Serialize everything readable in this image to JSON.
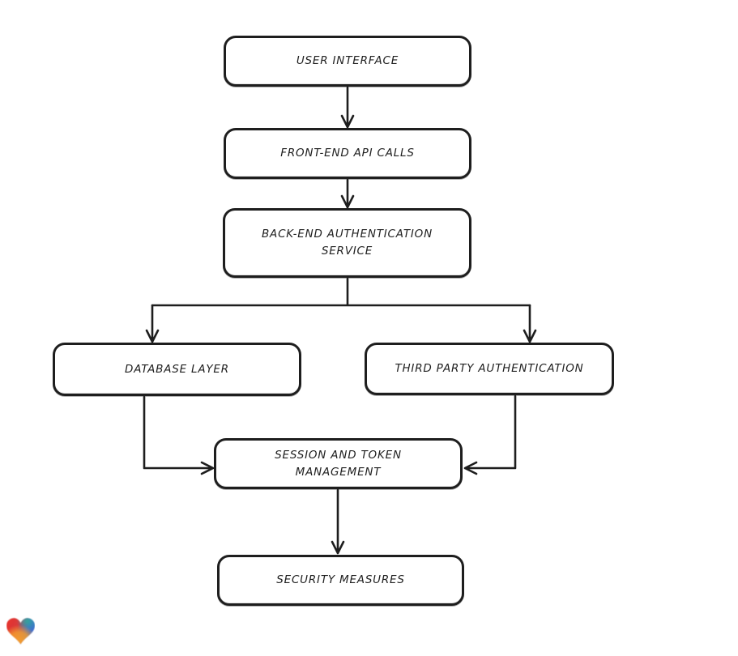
{
  "diagram": {
    "title": "",
    "nodes": [
      {
        "id": "user-interface",
        "label": "USER INTERFACE"
      },
      {
        "id": "front-end-api-calls",
        "label": "FRONT-END API CALLS"
      },
      {
        "id": "back-end-authentication-service",
        "label": "BACK-END AUTHENTICATION\nSERVICE"
      },
      {
        "id": "database-layer",
        "label": "DATABASE LAYER"
      },
      {
        "id": "third-party-authentication",
        "label": "THIRD PARTY AUTHENTICATION"
      },
      {
        "id": "session-and-token-management",
        "label": "SESSION AND TOKEN\nMANAGEMENT"
      },
      {
        "id": "security-measures",
        "label": "SECURITY MEASURES"
      }
    ],
    "edges": [
      {
        "from": "user-interface",
        "to": "front-end-api-calls"
      },
      {
        "from": "front-end-api-calls",
        "to": "back-end-authentication-service"
      },
      {
        "from": "back-end-authentication-service",
        "to": "database-layer"
      },
      {
        "from": "back-end-authentication-service",
        "to": "third-party-authentication"
      },
      {
        "from": "database-layer",
        "to": "session-and-token-management"
      },
      {
        "from": "third-party-authentication",
        "to": "session-and-token-management"
      },
      {
        "from": "session-and-token-management",
        "to": "security-measures"
      }
    ],
    "colors": {
      "background": "#ffffff",
      "node_fill": "#ffffff",
      "stroke": "#1e1e1e",
      "text": "#1f1f1f"
    },
    "logo": {
      "name": "heart-logo",
      "colors": [
        "#e8322a",
        "#2fa89d",
        "#3f6ecf",
        "#f49b2d"
      ]
    }
  }
}
